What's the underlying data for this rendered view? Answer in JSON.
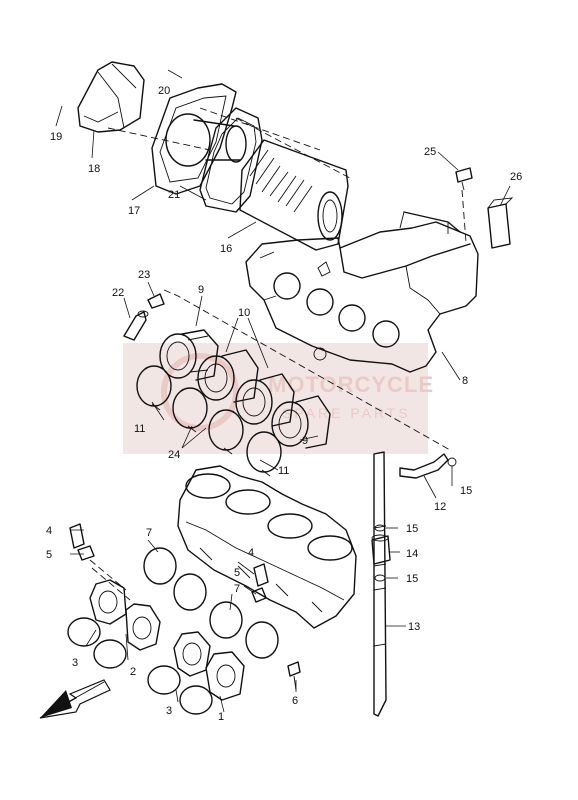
{
  "watermark": {
    "brand": "MOTORCYCLE",
    "tagline": "SPARE PARTS"
  },
  "callouts": {
    "p1": "1",
    "p2": "2",
    "p3a": "3",
    "p3b": "3",
    "p4a": "4",
    "p4b": "4",
    "p5a": "5",
    "p5b": "5",
    "p6": "6",
    "p7a": "7",
    "p7b": "7",
    "p8": "8",
    "p9a": "9",
    "p9b": "9",
    "p10": "10",
    "p11a": "11",
    "p11b": "11",
    "p12": "12",
    "p13": "13",
    "p14": "14",
    "p15a": "15",
    "p15b": "15",
    "p15c": "15",
    "p16": "16",
    "p17": "17",
    "p18": "18",
    "p19": "19",
    "p20": "20",
    "p21": "21",
    "p22": "22",
    "p23": "23",
    "p24": "24",
    "p25": "25",
    "p26": "26"
  },
  "icons": {
    "front_arrow": "front-direction-arrow-icon"
  }
}
